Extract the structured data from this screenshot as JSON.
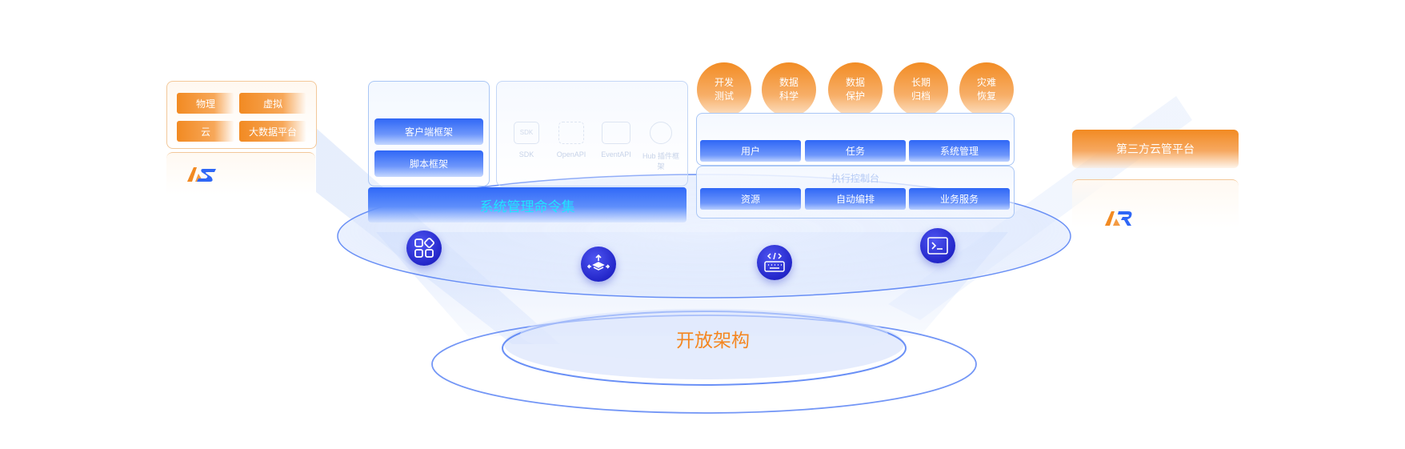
{
  "left_panel": {
    "chips": [
      "物理",
      "虚拟",
      "云",
      "大数据平台"
    ]
  },
  "framework": {
    "title": "",
    "buttons": [
      "客户端框架",
      "脚本框架"
    ]
  },
  "api_panel": {
    "title": "",
    "items": [
      {
        "icon": "sdk-icon",
        "label": "SDK",
        "icon_text": "SDK"
      },
      {
        "icon": "openapi-icon",
        "label": "OpenAPI"
      },
      {
        "icon": "eventapi-icon",
        "label": "EventAPI"
      },
      {
        "icon": "hub-icon",
        "label": "Hub 插件框架"
      }
    ]
  },
  "command_bar": "系统管理命令集",
  "circles": [
    "开发\n测试",
    "数据\n科学",
    "数据\n保护",
    "长期\n归档",
    "灾难\n恢复"
  ],
  "right_panel_top": {
    "title": "",
    "buttons": [
      "用户",
      "任务",
      "系统管理"
    ]
  },
  "right_panel_bottom": {
    "title": "执行控制台",
    "buttons": [
      "资源",
      "自动编排",
      "业务服务"
    ]
  },
  "third_party": "第三方云管平台",
  "center_title": "开放架构",
  "feature_icons": [
    "apps-icon",
    "layers-upload-icon",
    "code-keyboard-icon",
    "terminal-icon"
  ],
  "colors": {
    "orange": "#f28a22",
    "blue": "#2f67f6",
    "cyan_text": "#20e5ff",
    "icon_blue": "#2326c9",
    "center_title": "#f4861f"
  }
}
